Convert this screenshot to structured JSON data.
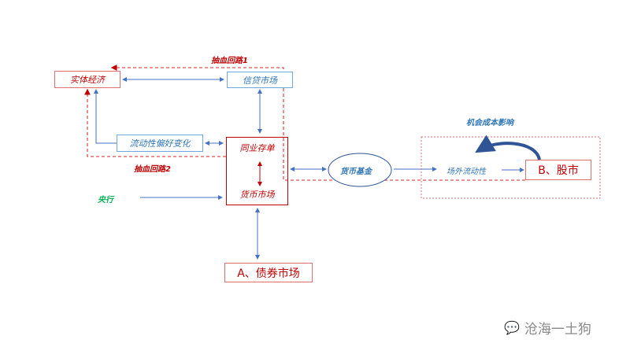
{
  "nodes": {
    "real_economy": "实体经济",
    "credit_market": "信贷市场",
    "liquidity_pref": "流动性偏好变化",
    "ncd": "同业存单",
    "money_market": "货币市场",
    "money_fund": "货币基金",
    "offsite_liquidity": "场外流动性",
    "stock_market": "B、股市",
    "bond_market": "A、债券市场",
    "central_bank": "央行"
  },
  "labels": {
    "loop1": "抽血回路1",
    "loop2": "抽血回路2",
    "opportunity_cost": "机会成本影响"
  },
  "watermark": "沧海一土狗",
  "colors": {
    "red": "#c00000",
    "blue": "#2e75b6",
    "green": "#00b050"
  }
}
